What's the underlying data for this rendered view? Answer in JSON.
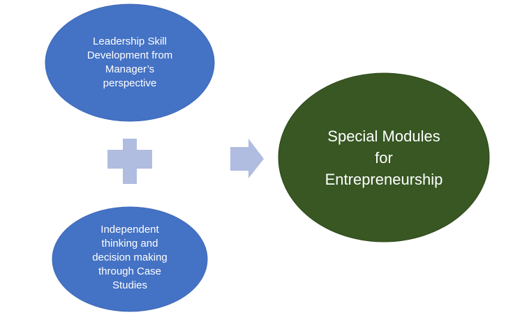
{
  "nodes": {
    "top": {
      "text": "Leadership Skill\nDevelopment from\nManager’s\nperspective",
      "color": "#4472C4"
    },
    "bottom": {
      "text": "Independent\nthinking and\ndecision making\nthrough Case\nStudies",
      "color": "#4472C4"
    },
    "result": {
      "text": "Special Modules\nfor\nEntrepreneurship",
      "color": "#385723"
    }
  },
  "connectors": {
    "plus_icon": "plus-icon",
    "arrow_icon": "arrow-right-icon",
    "color": "#B0BDE0"
  }
}
